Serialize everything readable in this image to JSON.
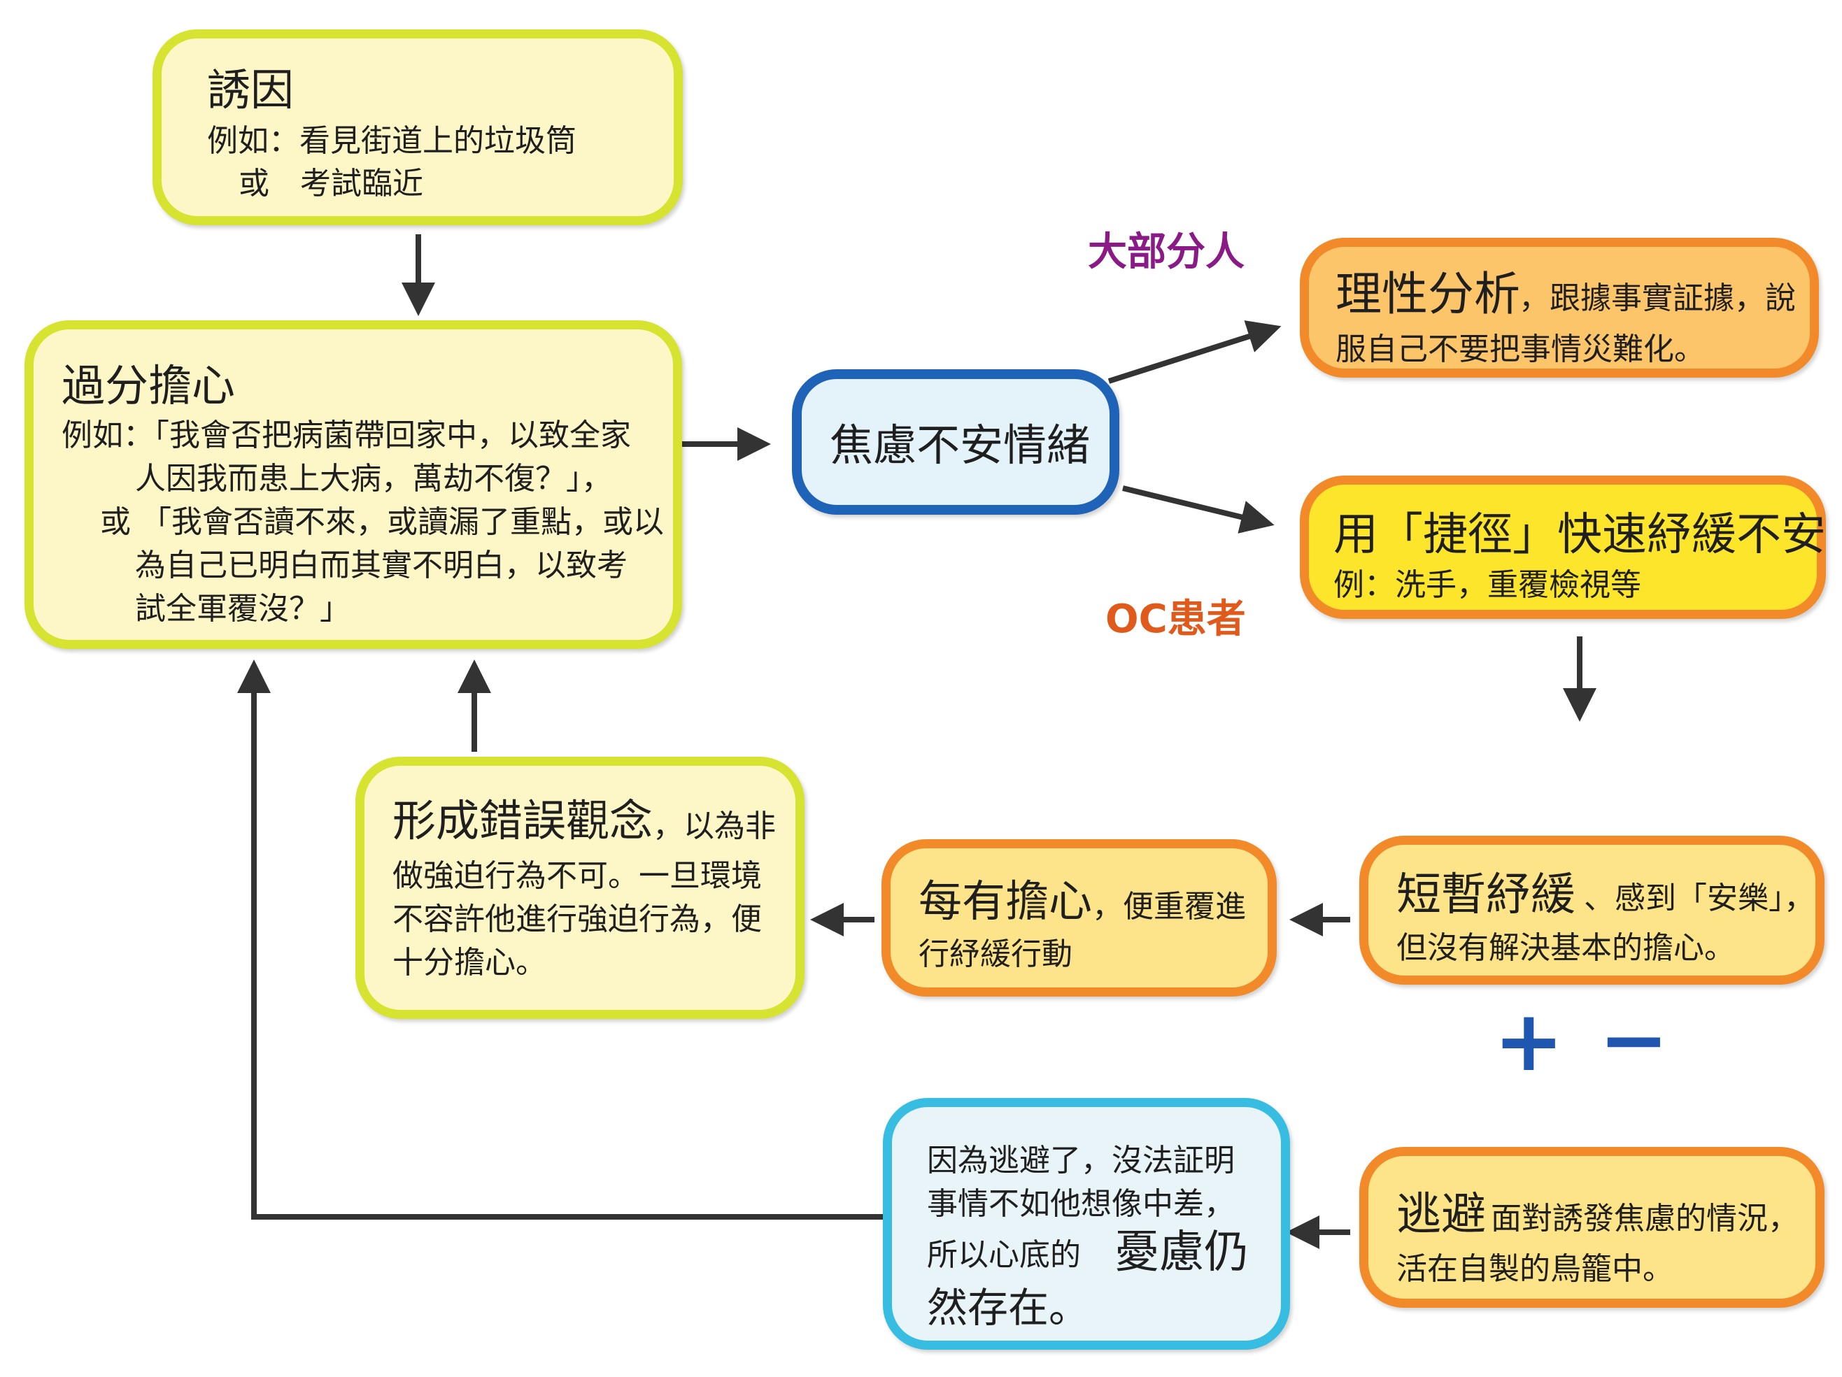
{
  "trigger": {
    "title": "誘因",
    "line1": "例如：看見街道上的垃圾筒",
    "line2": "或　考試臨近"
  },
  "worry": {
    "title": "過分擔心",
    "line1": "例如：「我會否把病菌帶回家中，以致全家",
    "line2": "人因我而患上大病，萬劫不復？」，",
    "line3": "或 「我會否讀不來，或讀漏了重點，或以",
    "line4": "為自己已明白而其實不明白，以致考",
    "line5": "試全軍覆沒？」"
  },
  "anxiety": {
    "label": "焦慮不安情緒"
  },
  "labels": {
    "majority": "大部分人",
    "oc_patient": "OC患者"
  },
  "rational": {
    "title": "理性分析",
    "line1_rest": "，跟據事實証據，說",
    "line2": "服自己不要把事情災難化。"
  },
  "shortcut": {
    "title": "用「捷徑」快速紓緩不安",
    "line2": "例：洗手，重覆檢視等"
  },
  "relief": {
    "title": "短暫紓緩",
    "line1_rest": "、感到「安樂」，",
    "line2": "但沒有解決基本的擔心。"
  },
  "repeat": {
    "title": "每有擔心",
    "line1_rest": "，便重覆進",
    "line2": "行紓緩行動"
  },
  "belief": {
    "title": "形成錯誤觀念",
    "line1_rest": "，以為非",
    "line2": "做強迫行為不可。一旦環境",
    "line3": "不容許他進行強迫行為，便",
    "line4": "十分擔心。"
  },
  "signs": {
    "plus": "+",
    "minus": "−"
  },
  "avoid": {
    "title": "逃避",
    "line1_rest": "面對誘發焦慮的情況，",
    "line2": "活在自製的鳥籠中。"
  },
  "persist": {
    "line1": "因為逃避了，沒法証明",
    "line2": "事情不如他想像中差，",
    "line3_a": "所以心底的 ",
    "line3_b": "憂慮仍",
    "line4": "然存在。"
  }
}
